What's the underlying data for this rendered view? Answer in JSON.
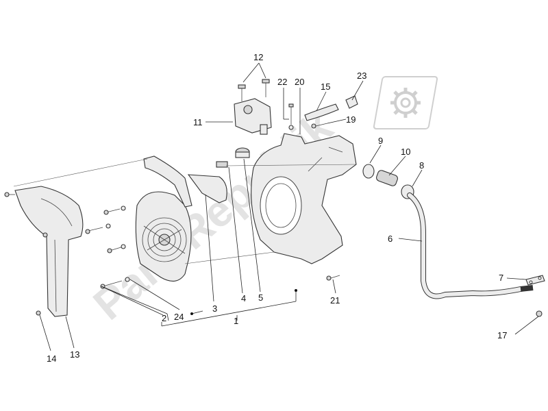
{
  "watermark": "PartsRepublik",
  "callouts": [
    {
      "id": "c1",
      "text": "1"
    },
    {
      "id": "c2",
      "text": "2"
    },
    {
      "id": "c3",
      "text": "3"
    },
    {
      "id": "c4",
      "text": "4"
    },
    {
      "id": "c5",
      "text": "5"
    },
    {
      "id": "c6",
      "text": "6"
    },
    {
      "id": "c7",
      "text": "7"
    },
    {
      "id": "c8",
      "text": "8"
    },
    {
      "id": "c9",
      "text": "9"
    },
    {
      "id": "c10",
      "text": "10"
    },
    {
      "id": "c11",
      "text": "11"
    },
    {
      "id": "c12",
      "text": "12"
    },
    {
      "id": "c13",
      "text": "13"
    },
    {
      "id": "c14",
      "text": "14"
    },
    {
      "id": "c15",
      "text": "15"
    },
    {
      "id": "c17",
      "text": "17"
    },
    {
      "id": "c19",
      "text": "19"
    },
    {
      "id": "c20",
      "text": "20"
    },
    {
      "id": "c21",
      "text": "21"
    },
    {
      "id": "c22",
      "text": "22"
    },
    {
      "id": "c23",
      "text": "23"
    },
    {
      "id": "c24",
      "text": "24"
    }
  ]
}
